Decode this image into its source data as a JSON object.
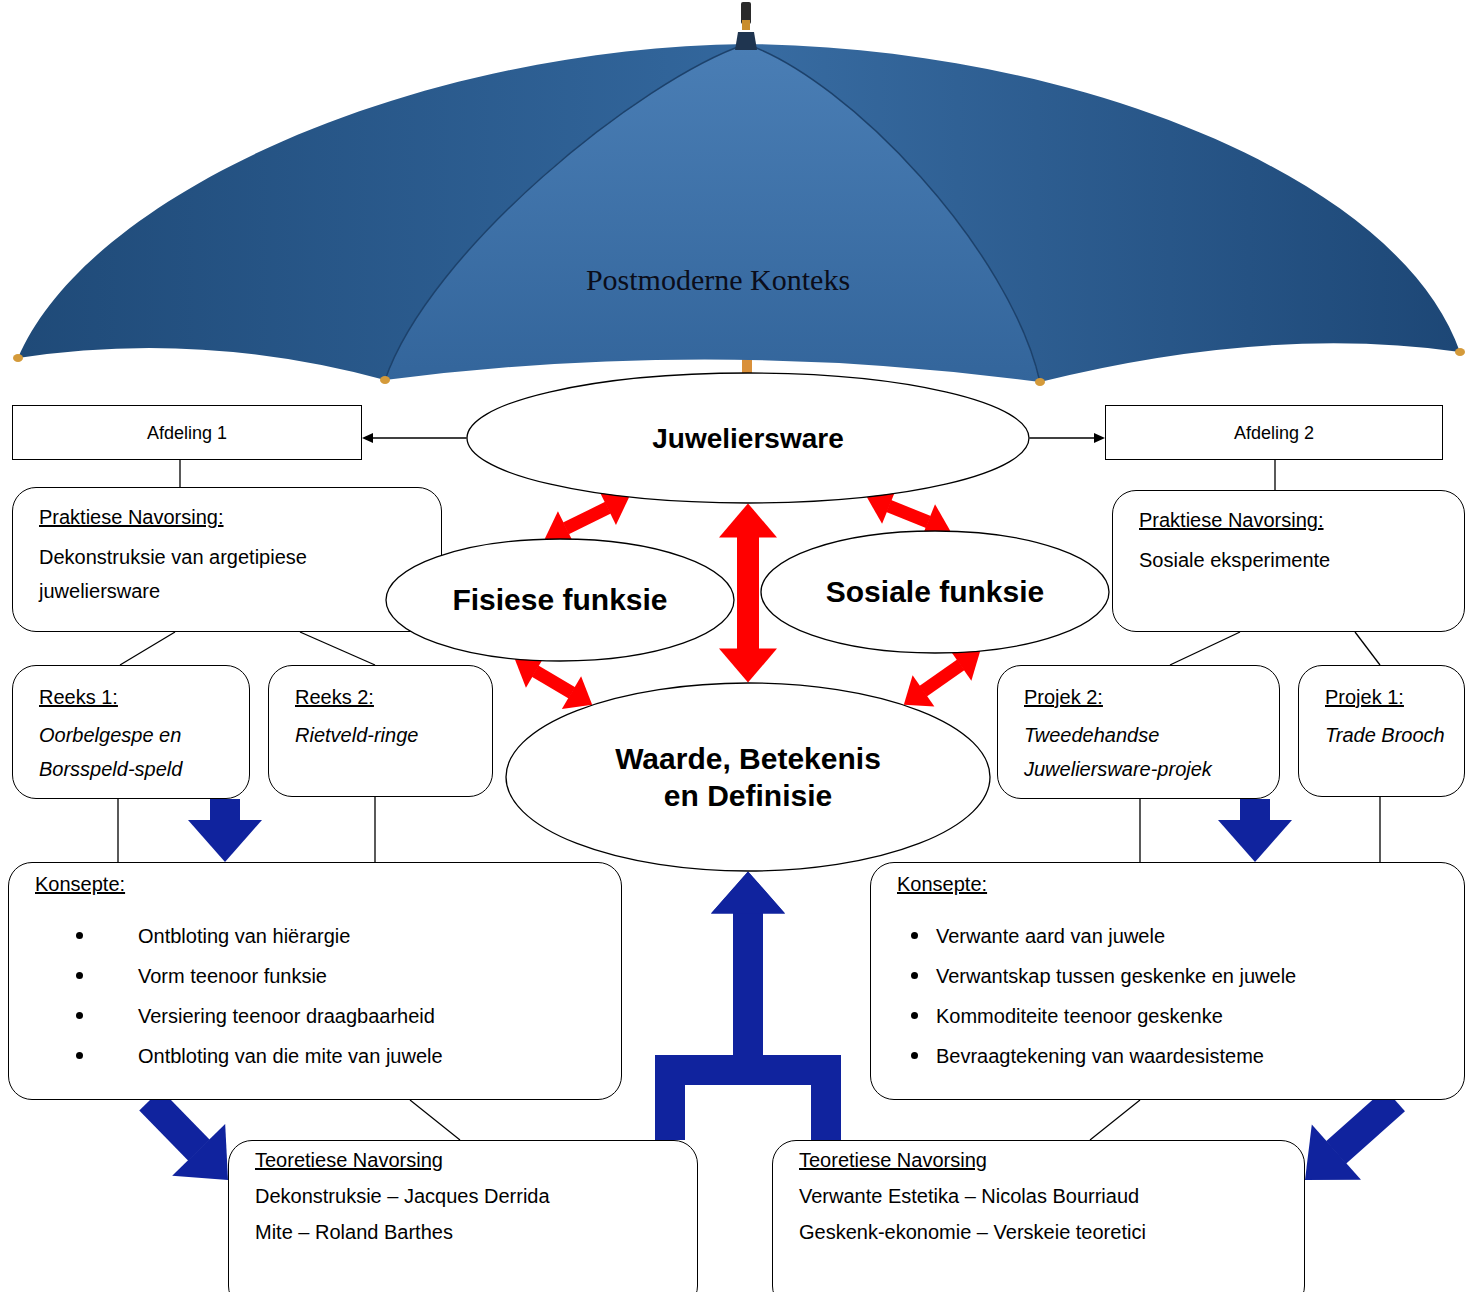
{
  "diagram": {
    "nodes": [
      {
        "text": [
          "Postmoderne Konteks"
        ]
      },
      {
        "text": [
          "Afdeling 1"
        ]
      },
      {
        "text": [
          "Juweliersware"
        ]
      },
      {
        "text": [
          "Afdeling 2"
        ]
      },
      {
        "text": [
          "Praktiese Navorsing:",
          "Dekonstruksie van argetipiese juweliersware"
        ]
      },
      {
        "text": [
          "Fisiese funksie"
        ]
      },
      {
        "text": [
          "Sosiale funksie"
        ]
      },
      {
        "text": [
          "Praktiese Navorsing:",
          "Sosiale eksperimente"
        ]
      },
      {
        "text": [
          "Reeks 1:",
          "Oorbelgespe en Borsspeld-speld"
        ]
      },
      {
        "text": [
          "Reeks 2:",
          "Rietveld-ringe"
        ]
      },
      {
        "text": [
          "Waarde, Betekenis en Definisie"
        ]
      },
      {
        "text": [
          "Projek 2:",
          "Tweedehandse Juweliersware-projek"
        ]
      },
      {
        "text": [
          "Projek 1:",
          "Trade Brooch"
        ]
      },
      {
        "text": [
          "Konsepte:",
          "Ontbloting van hiërargie",
          "Vorm teenoor funksie",
          "Versiering teenoor draagbaarheid",
          "Ontbloting van die mite van juwele"
        ]
      },
      {
        "text": [
          "Konsepte:",
          "Verwante aard van juwele",
          "Verwantskap tussen geskenke en juwele",
          "Kommoditeite teenoor geskenke",
          "Bevraagtekening van waardesisteme"
        ]
      },
      {
        "text": [
          "Teoretiese Navorsing",
          "Dekonstruksie – Jacques Derrida",
          "Mite – Roland Barthes"
        ]
      },
      {
        "text": [
          "Teoretiese Navorsing",
          "Verwante Estetika – Nicolas Bourriaud",
          "Geskenk-ekonomie – Verskeie teoretici"
        ]
      }
    ],
    "edges": [
      {
        "from": 2,
        "to": 1,
        "arrow": "to"
      },
      {
        "from": 2,
        "to": 3,
        "arrow": "to"
      },
      {
        "from": 2,
        "to": 5,
        "arrow": "both"
      },
      {
        "from": 2,
        "to": 6,
        "arrow": "both"
      },
      {
        "from": 2,
        "to": 10,
        "arrow": "both"
      },
      {
        "from": 5,
        "to": 10,
        "arrow": "both"
      },
      {
        "from": 6,
        "to": 10,
        "arrow": "both"
      },
      {
        "from": 1,
        "to": 4,
        "arrow": "none"
      },
      {
        "from": 4,
        "to": 8,
        "arrow": "none"
      },
      {
        "from": 4,
        "to": 9,
        "arrow": "none"
      },
      {
        "from": 8,
        "to": 13,
        "arrow": "none"
      },
      {
        "from": 9,
        "to": 13,
        "arrow": "none"
      },
      {
        "from": 8,
        "to": 13,
        "arrow": "to"
      },
      {
        "from": 13,
        "to": 15,
        "arrow": "none"
      },
      {
        "from": 13,
        "to": 15,
        "arrow": "to"
      },
      {
        "from": 3,
        "to": 7,
        "arrow": "none"
      },
      {
        "from": 7,
        "to": 11,
        "arrow": "none"
      },
      {
        "from": 7,
        "to": 12,
        "arrow": "none"
      },
      {
        "from": 11,
        "to": 14,
        "arrow": "none"
      },
      {
        "from": 12,
        "to": 14,
        "arrow": "none"
      },
      {
        "from": 11,
        "to": 14,
        "arrow": "to"
      },
      {
        "from": 14,
        "to": 16,
        "arrow": "none"
      },
      {
        "from": 14,
        "to": 16,
        "arrow": "to"
      },
      {
        "from": 15,
        "to": 10,
        "arrow": "to"
      },
      {
        "from": 16,
        "to": 10,
        "arrow": "to"
      }
    ]
  }
}
